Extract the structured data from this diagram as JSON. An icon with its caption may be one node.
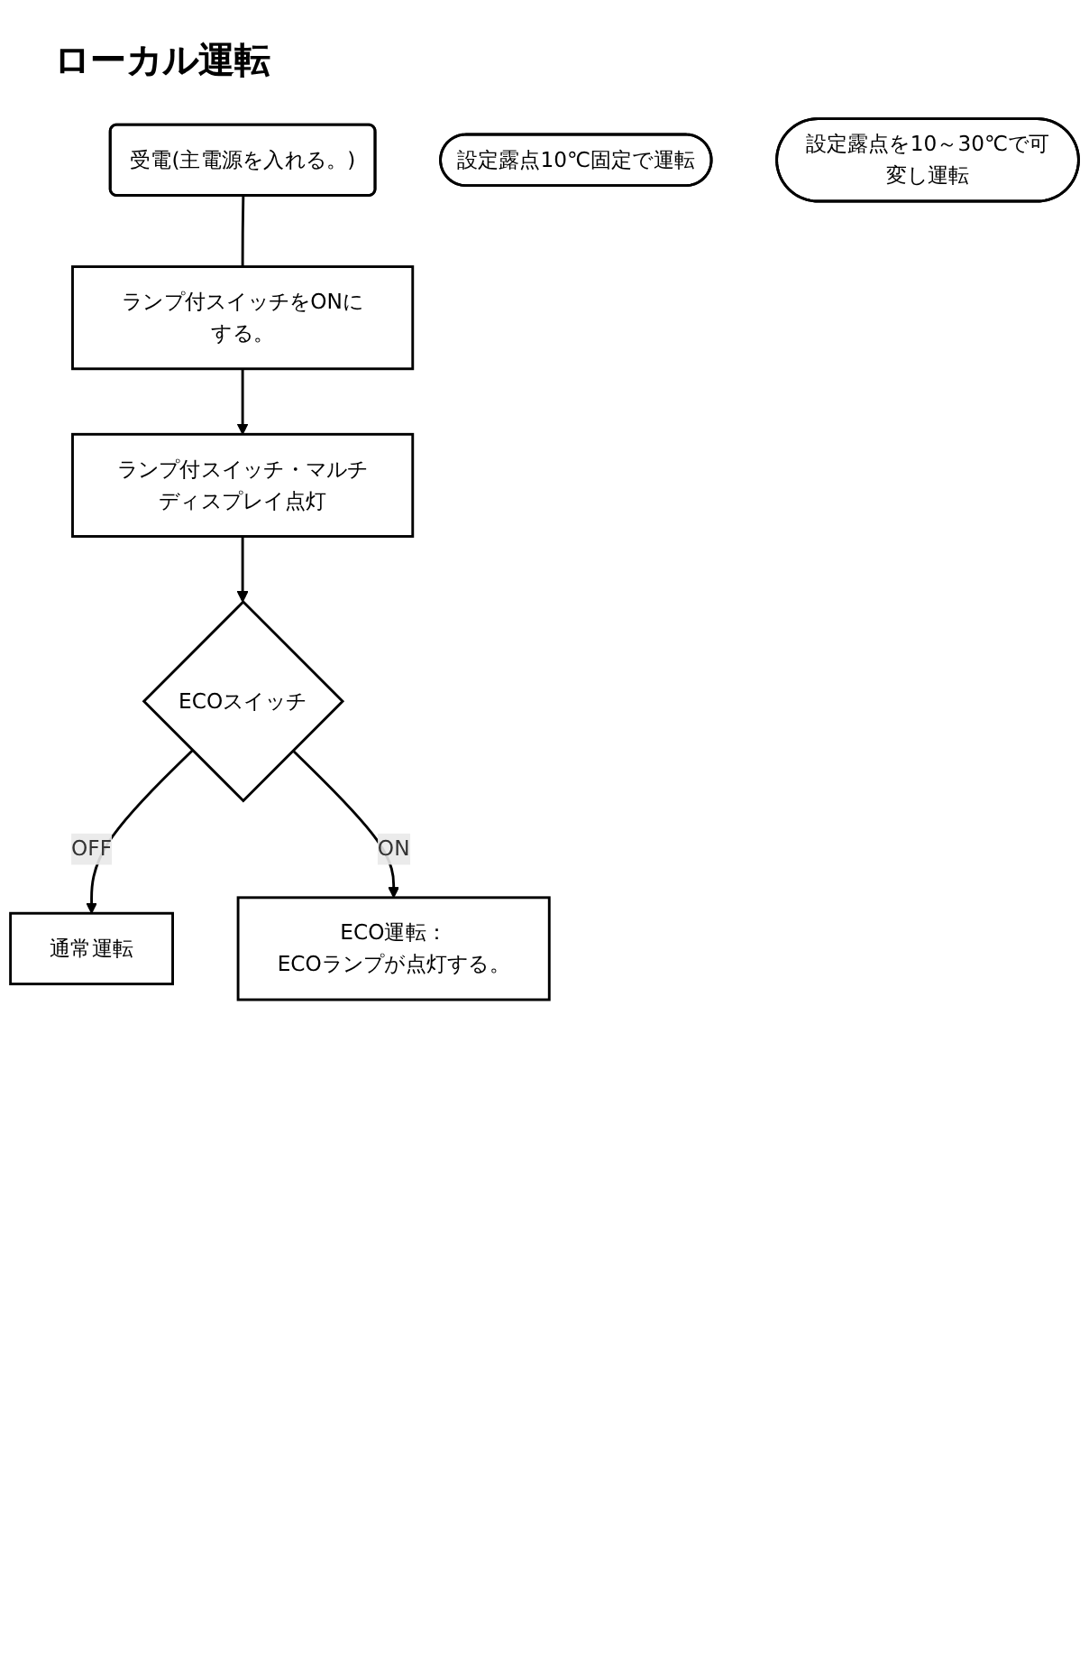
{
  "diagram": {
    "title": "ローカル運転",
    "nodes": [
      {
        "text": [
          "受電(主電源を入れる。)"
        ]
      },
      {
        "text": [
          "ランプ付スイッチをONにする。"
        ]
      },
      {
        "text": [
          "ランプ付スイッチ・マルチディスプレイ点灯"
        ]
      },
      {
        "text": [
          "ECOスイッチ"
        ]
      },
      {
        "text": [
          "通常運転"
        ]
      },
      {
        "text": [
          "ECO運転：",
          "ECOランプが点灯する。"
        ]
      },
      {
        "text": [
          "設定露点10℃固定で運転"
        ]
      },
      {
        "text": [
          "設定露点を10～30℃で可変し運転"
        ]
      }
    ],
    "edges": [
      {
        "from": 0,
        "to": 1,
        "arrow": "none"
      },
      {
        "from": 1,
        "to": 2,
        "arrow": "to"
      },
      {
        "from": 2,
        "to": 3,
        "arrow": "to"
      },
      {
        "from": 3,
        "to": 4,
        "arrow": "to",
        "label": "OFF"
      },
      {
        "from": 3,
        "to": 5,
        "arrow": "to",
        "label": "ON"
      }
    ]
  }
}
